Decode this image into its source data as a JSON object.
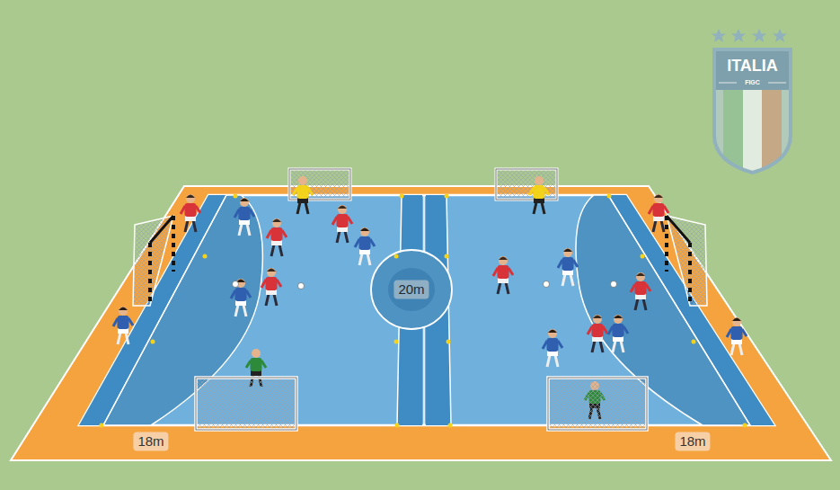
{
  "diagram": {
    "labels": [
      "ITALIA",
      "FIGC",
      "20m",
      "18m",
      "18m"
    ]
  }
}
